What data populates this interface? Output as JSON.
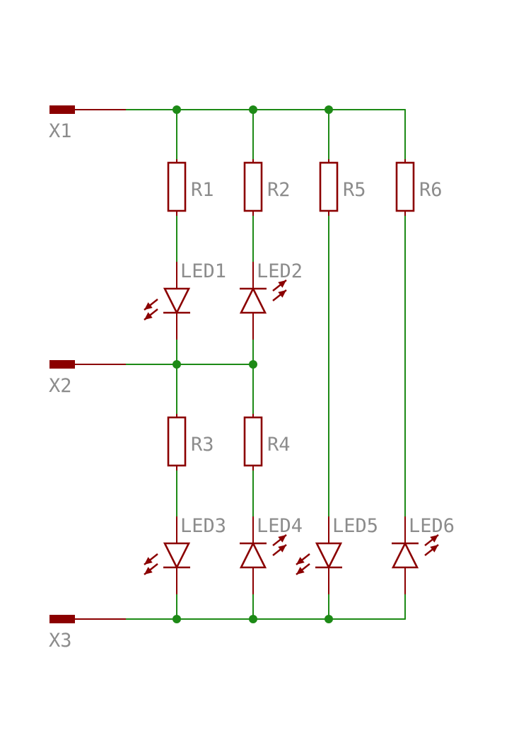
{
  "connectors": [
    {
      "name": "X1"
    },
    {
      "name": "X2"
    },
    {
      "name": "X3"
    }
  ],
  "resistors": [
    {
      "name": "R1"
    },
    {
      "name": "R2"
    },
    {
      "name": "R5"
    },
    {
      "name": "R6"
    },
    {
      "name": "R3"
    },
    {
      "name": "R4"
    }
  ],
  "leds": [
    {
      "name": "LED1",
      "orientation": "cathode-down"
    },
    {
      "name": "LED2",
      "orientation": "cathode-up"
    },
    {
      "name": "LED3",
      "orientation": "cathode-down"
    },
    {
      "name": "LED4",
      "orientation": "cathode-up"
    },
    {
      "name": "LED5",
      "orientation": "cathode-down"
    },
    {
      "name": "LED6",
      "orientation": "cathode-up"
    }
  ],
  "colors": {
    "wire": "#1d8a16",
    "symbol": "#8b0000",
    "label": "#8c8c8c",
    "background": "#ffffff"
  }
}
